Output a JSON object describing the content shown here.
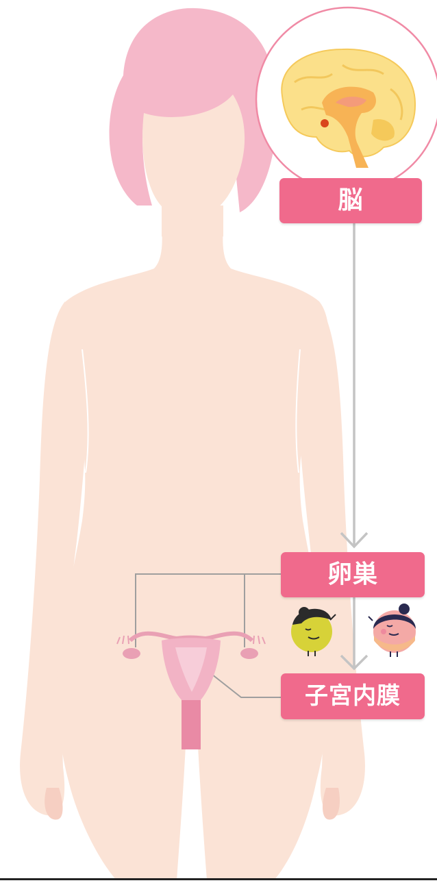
{
  "labels": {
    "brain": "脳",
    "ovary": "卵巣",
    "endometrium": "子宮内膜"
  },
  "colors": {
    "skin": "#fbe3d6",
    "hair": "#f5b8c9",
    "label_bg": "#f06a8c",
    "label_text": "#ffffff",
    "arrow": "#c4c4c4",
    "connector": "#9e9e9e",
    "uterus": "#e9a0b4",
    "brain": "#fbe08a",
    "circle_border": "#f08aa5"
  },
  "icons": {
    "brain": "brain-illustration",
    "uterus": "uterus-illustration",
    "character_1": "yellow-egg-character",
    "character_2": "pink-egg-character"
  }
}
